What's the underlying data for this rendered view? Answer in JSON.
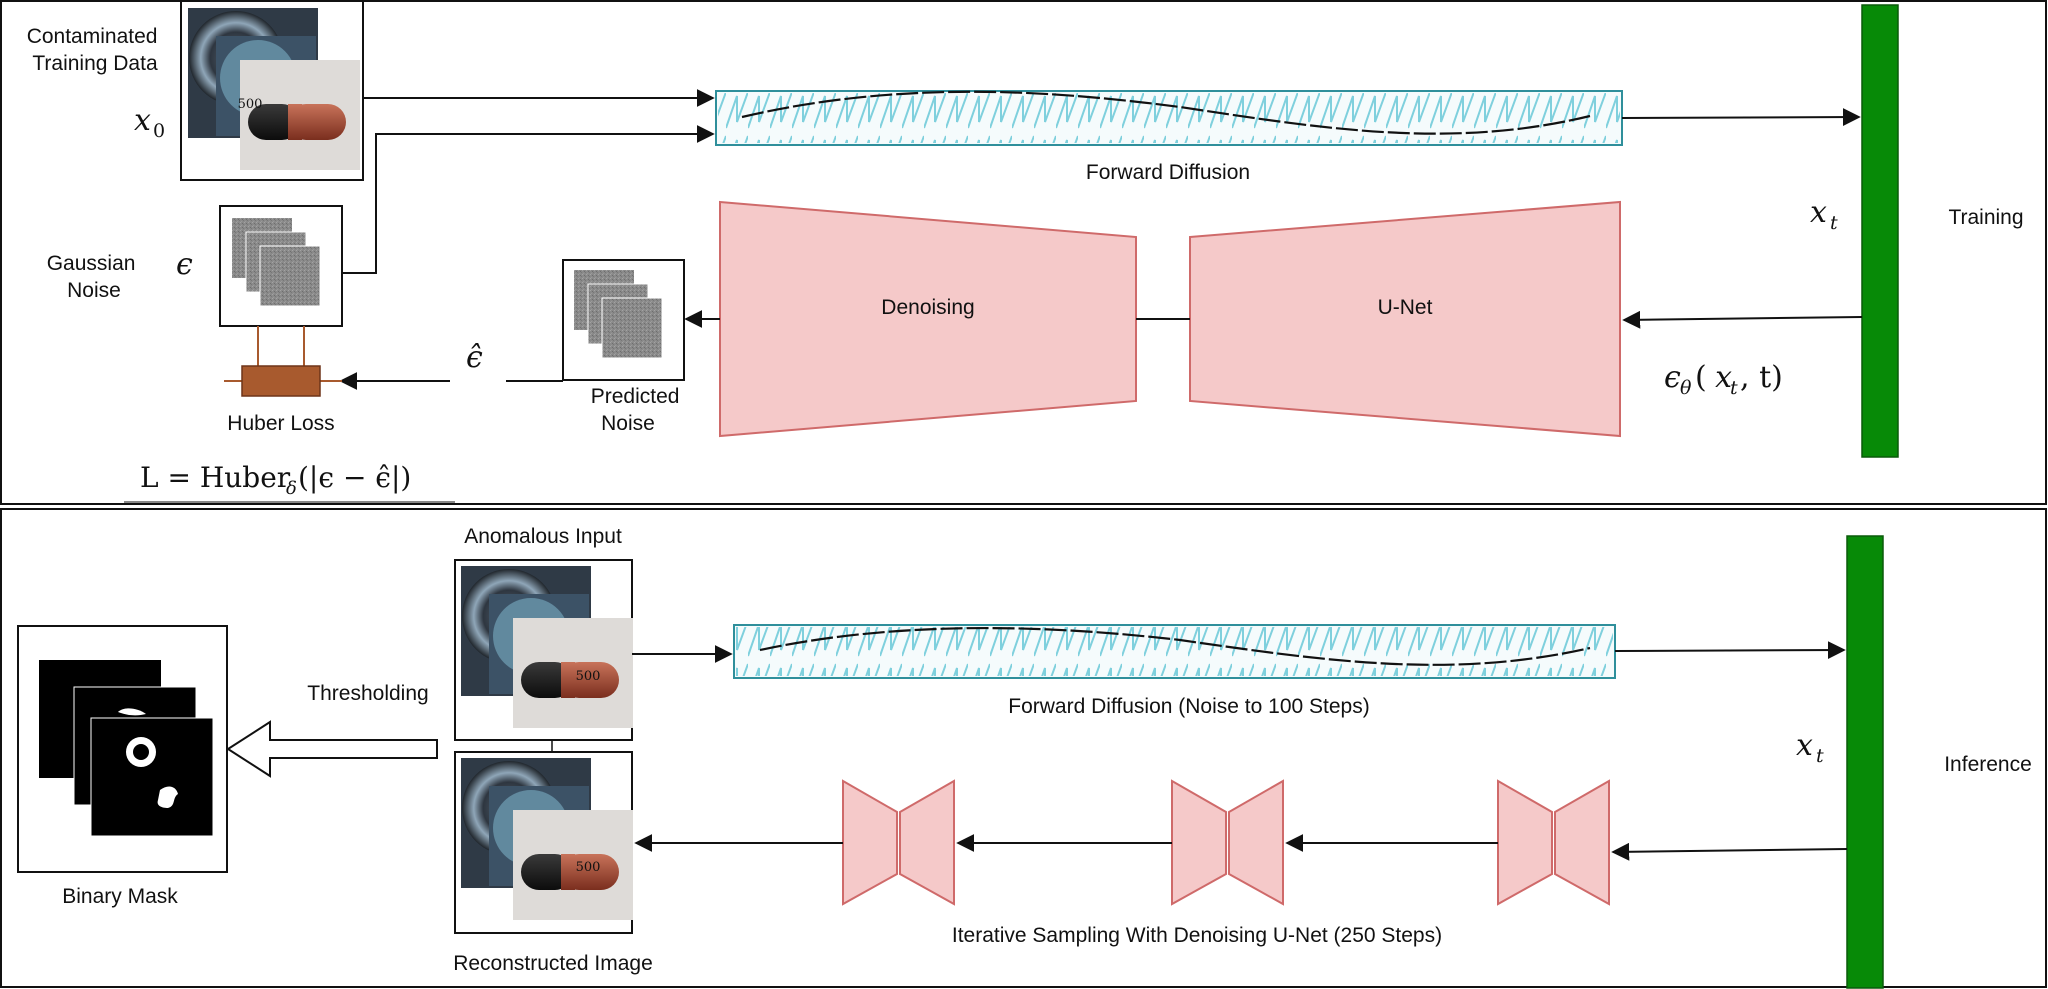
{
  "colors": {
    "green_bar": "#078a07",
    "unet_fill": "#f5c9c9",
    "unet_stroke": "#cf6a6a",
    "huber_box": "#a85a2e",
    "diffusion_band": "#7fd0dd",
    "noise_gray": "#8a8a8a"
  },
  "training": {
    "side_label": "Training",
    "contaminated_label": "Contaminated Training Data",
    "contaminated_lines": [
      "Contaminated",
      "Training Data"
    ],
    "x0_symbol": "x",
    "x0_sub": "0",
    "gaussian_label": "Gaussian Noise",
    "gaussian_lines": [
      "Gaussian",
      "Noise"
    ],
    "epsilon_symbol": "ϵ",
    "forward_label": "Forward Diffusion",
    "xt_symbol": "x",
    "xt_sub": "t",
    "denoising_label": "Denoising",
    "unet_label": "U-Net",
    "predicted_noise_symbol": "ϵ(x, t)",
    "predicted_label": "Predicted Noise",
    "predicted_lines": [
      "Predicted",
      "Noise"
    ],
    "eps_hat_symbol": "ϵ̂",
    "huber_label": "Huber Loss",
    "loss_formula": "L = Huber(|ϵ − ϵ̂|)",
    "loss_parts": {
      "lhs": "L = Huber",
      "sub": "δ",
      "rhs": "(|ϵ − ϵ̂|)"
    },
    "eps_theta_parts": {
      "eps": "ϵ",
      "sub": "θ",
      "args_open": "(",
      "arg_x": "x",
      "arg_sub": "t",
      "args_rest": ", t)"
    },
    "capsule_print": "500"
  },
  "inference": {
    "side_label": "Inference",
    "anomalous_label": "Anomalous Input",
    "forward_label": "Forward Diffusion (Noise to 100 Steps)",
    "xt_symbol": "x",
    "xt_sub": "t",
    "sampling_label": "Iterative Sampling With Denoising U-Net (250 Steps)",
    "reconstructed_label": "Reconstructed Image",
    "thresholding_label": "Thresholding",
    "binary_mask_label": "Binary Mask"
  }
}
